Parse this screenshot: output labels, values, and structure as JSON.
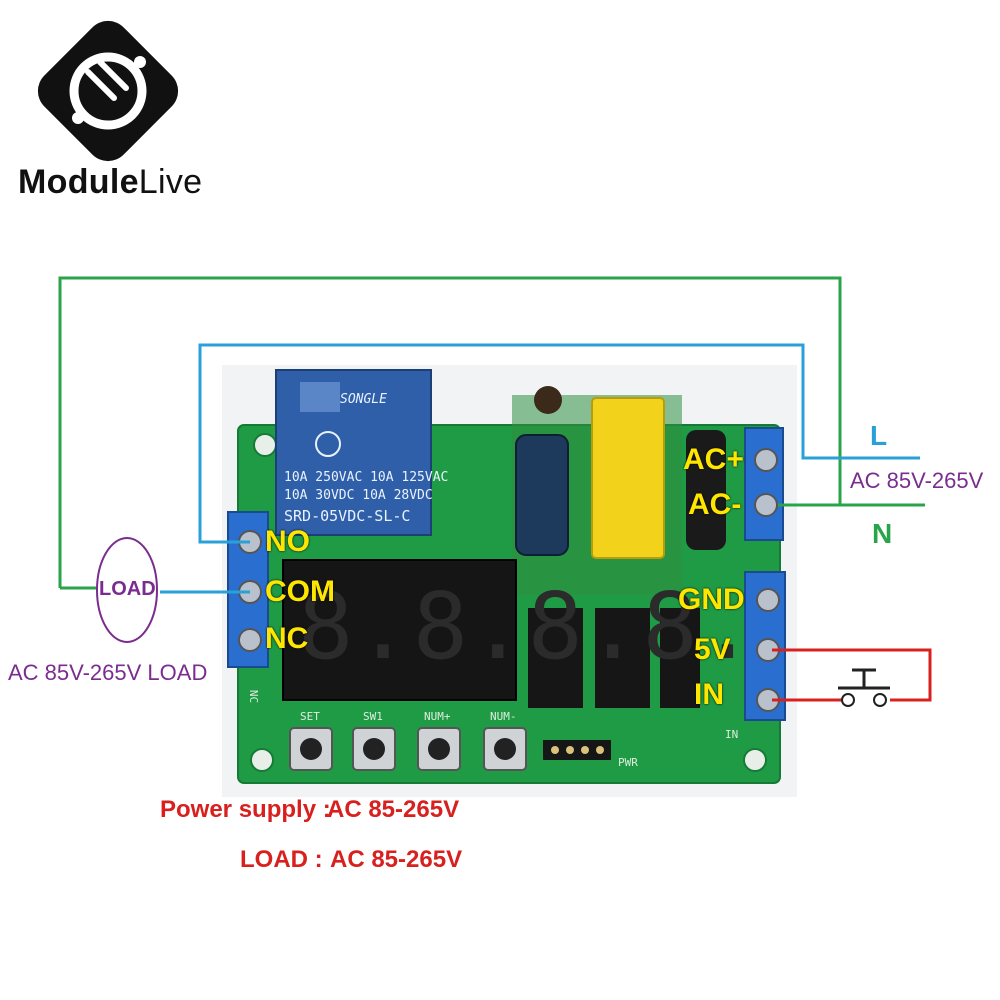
{
  "brand": {
    "name_part1": "Module",
    "name_part2": "Live"
  },
  "terminals": {
    "no": "NO",
    "com": "COM",
    "nc": "NC",
    "ac_plus": "AC+",
    "ac_minus": "AC-",
    "gnd": "GND",
    "v5": "5V",
    "in": "IN"
  },
  "load_circle": "LOAD",
  "load_caption": "AC 85V-265V LOAD",
  "line_labels": {
    "l": "L",
    "n": "N",
    "voltage": "AC 85V-265V"
  },
  "notes": {
    "power_supply_label": "Power supply :",
    "power_supply_value": "AC 85-265V",
    "load_label": "LOAD :",
    "load_value": "AC 85-265V"
  },
  "pcb_labels": {
    "relay_brand": "SONGLE",
    "relay_line1": "10A 250VAC  10A 125VAC",
    "relay_line2": "10A 30VDC  10A 28VDC",
    "relay_model": "SRD-05VDC-SL-C",
    "btn_set": "SET",
    "btn_sw1": "SW1",
    "btn_num_plus": "NUM+",
    "btn_num_minus": "NUM-",
    "pwr": "PWR",
    "in_small": "IN",
    "nc_small": "NC"
  },
  "display": {
    "digits": "8.8.8.8."
  },
  "colors": {
    "pcb": "#1f9a45",
    "terminal_block": "#2a6fd0",
    "relay": "#2e5fa8",
    "wire_green": "#2aa44a",
    "wire_blue": "#2aa0d8",
    "wire_red": "#d8201f",
    "label_yellow": "#ffe600",
    "label_purple": "#7a2d8f"
  }
}
